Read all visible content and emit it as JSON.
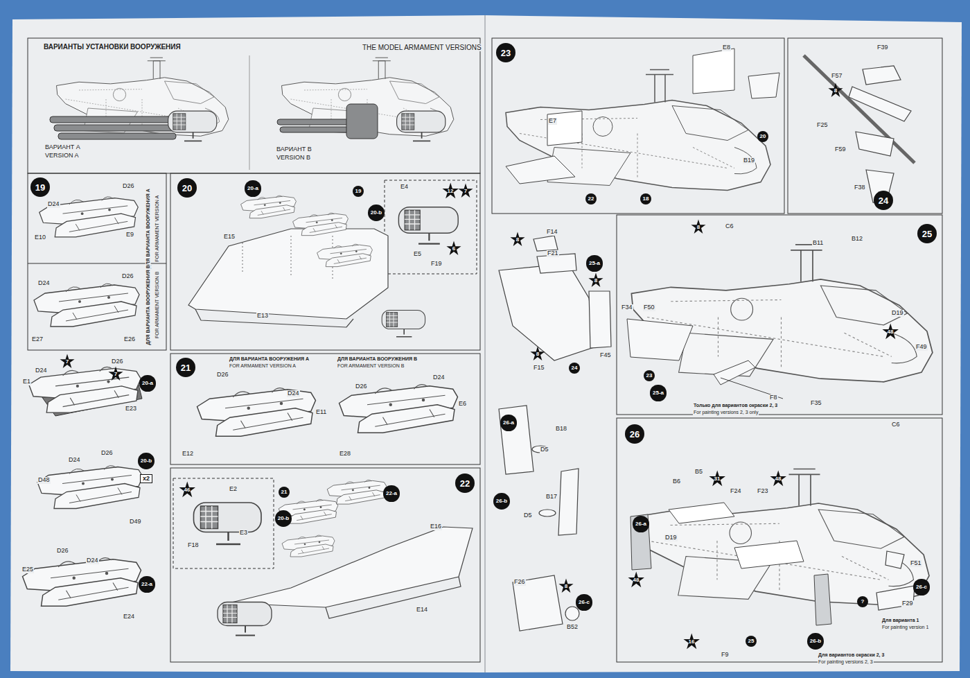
{
  "diagram": {
    "nodes": [
      {
        "text": [
          "19"
        ]
      },
      {
        "text": [
          "7"
        ]
      },
      {
        "text": [
          "7"
        ]
      },
      {
        "text": [
          "20-a"
        ]
      },
      {
        "text": [
          "20-b"
        ]
      },
      {
        "text": [
          "x2"
        ]
      },
      {
        "text": [
          "22-a"
        ]
      },
      {
        "text": [
          "20"
        ]
      },
      {
        "text": [
          "20-a"
        ]
      },
      {
        "text": [
          "19"
        ]
      },
      {
        "text": [
          "20-b"
        ]
      },
      {
        "text": [
          "12"
        ]
      },
      {
        "text": [
          "7"
        ]
      },
      {
        "text": [
          "6"
        ]
      },
      {
        "text": [
          "21"
        ]
      },
      {
        "text": [
          "22"
        ]
      },
      {
        "text": [
          "46"
        ]
      },
      {
        "text": [
          "21"
        ]
      },
      {
        "text": [
          "22-a"
        ]
      },
      {
        "text": [
          "20-b"
        ]
      },
      {
        "text": [
          "23"
        ]
      },
      {
        "text": [
          "20"
        ]
      },
      {
        "text": [
          "22"
        ]
      },
      {
        "text": [
          "18"
        ]
      },
      {
        "text": [
          "24"
        ]
      },
      {
        "text": [
          "8"
        ]
      },
      {
        "text": [
          "8"
        ]
      },
      {
        "text": [
          "25-a"
        ]
      },
      {
        "text": [
          "8"
        ]
      },
      {
        "text": [
          "8"
        ]
      },
      {
        "text": [
          "24"
        ]
      },
      {
        "text": [
          "25"
        ]
      },
      {
        "text": [
          "8"
        ]
      },
      {
        "text": [
          "48"
        ]
      },
      {
        "text": [
          "23"
        ]
      },
      {
        "text": [
          "25-a"
        ]
      },
      {
        "text": [
          "26-a"
        ]
      },
      {
        "text": [
          "26-b"
        ]
      },
      {
        "text": [
          "8"
        ]
      },
      {
        "text": [
          "26-c"
        ]
      },
      {
        "text": [
          "26"
        ]
      },
      {
        "text": [
          "31"
        ]
      },
      {
        "text": [
          "48"
        ]
      },
      {
        "text": [
          "26-a"
        ]
      },
      {
        "text": [
          "48"
        ]
      },
      {
        "text": [
          "16"
        ]
      },
      {
        "text": [
          "25"
        ]
      },
      {
        "text": [
          "26-b"
        ]
      },
      {
        "text": [
          "26-c"
        ]
      },
      {
        "text": [
          "?"
        ]
      }
    ],
    "labels": [
      "ВАРИАНТЫ УСТАНОВКИ ВООРУЖЕНИЯ",
      "THE MODEL ARMAMENT VERSIONS",
      "ВАРИАНТ А",
      "VERSION A",
      "ВАРИАНТ В",
      "VERSION B",
      "D26",
      "D24",
      "E10",
      "E9",
      "ДЛЯ ВАРИАНТА ВООРУЖЕНИЯ А",
      "FOR ARMAMENT VERSION A",
      "D24",
      "D26",
      "E27",
      "E26",
      "ДЛЯ ВАРИАНТА ВООРУЖЕНИЯ В",
      "FOR ARMAMENT VERSION B",
      "D24",
      "D26",
      "E1",
      "E23",
      "D24",
      "D26",
      "D48",
      "D49",
      "D26",
      "D24",
      "E25",
      "E24",
      "E4",
      "E15",
      "E13",
      "E5",
      "F19",
      "ДЛЯ ВАРИАНТА ВООРУЖЕНИЯ А",
      "FOR ARMAMENT VERSION A",
      "ДЛЯ ВАРИАНТА ВООРУЖЕНИЯ В",
      "FOR ARMAMENT VERSION B",
      "D26",
      "D24",
      "E11",
      "E12",
      "D26",
      "D24",
      "E6",
      "E28",
      "E2",
      "E3",
      "F18",
      "E16",
      "E14",
      "E8",
      "E7",
      "B19",
      "F39",
      "F57",
      "F25",
      "F59",
      "F38",
      "F14",
      "F21",
      "F45",
      "F15",
      "C6",
      "B11",
      "B12",
      "F34",
      "F50",
      "D19",
      "F49",
      "F8",
      "F35",
      "Только для вариантов окраски 2, 3",
      "For painting versions 2, 3 only",
      "B18",
      "D5",
      "B17",
      "D5",
      "F26",
      "B52",
      "C6",
      "B6",
      "B5",
      "F24",
      "F23",
      "D19",
      "F51",
      "F29",
      "Для варианта 1",
      "For painting version 1",
      "Для вариантов окраски 2, 3",
      "For painting versions 2, 3",
      "F9"
    ]
  }
}
